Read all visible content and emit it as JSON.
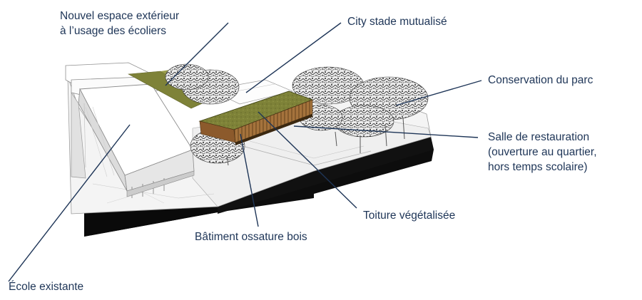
{
  "colors": {
    "label_text": "#1e3557",
    "leader_line": "#1e3557",
    "green_roof": "#7e8238",
    "timber_facade": "#a5733c",
    "terrain_base": "#0d0d0d",
    "building_white": "#f6f6f6"
  },
  "labels": {
    "nouvel_espace": [
      "Nouvel espace extérieur",
      "à l’usage des écoliers"
    ],
    "city_stade": [
      "City stade mutualisé"
    ],
    "conservation": [
      "Conservation du parc"
    ],
    "salle": [
      "Salle de restauration",
      "(ouverture au quartier,",
      "hors temps scolaire)"
    ],
    "toiture": [
      "Toiture végétalisée"
    ],
    "batiment": [
      "Bâtiment ossature bois"
    ],
    "ecole": [
      "École existante"
    ]
  }
}
